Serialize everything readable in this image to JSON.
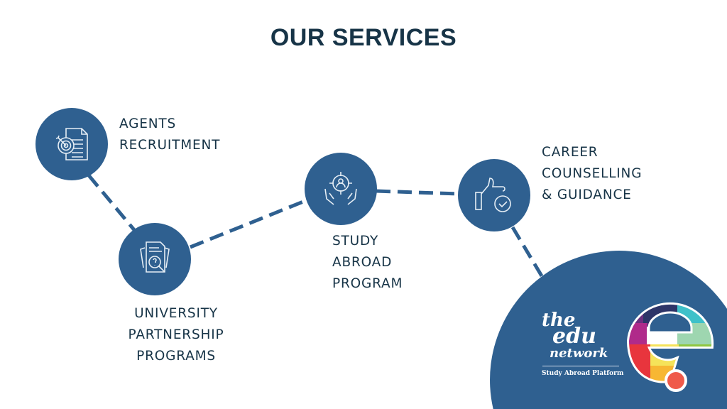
{
  "title": "OUR SERVICES",
  "services": [
    {
      "lines": [
        "AGENTS",
        "RECRUITMENT"
      ],
      "icon": "target-document-icon"
    },
    {
      "lines": [
        "UNIVERSITY",
        "PARTNERSHIP",
        "PROGRAMS"
      ],
      "icon": "document-search-icon"
    },
    {
      "lines": [
        "STUDY",
        "ABROAD",
        "PROGRAM"
      ],
      "icon": "hands-target-person-icon"
    },
    {
      "lines": [
        "CAREER",
        "COUNSELLING",
        "& GUIDANCE"
      ],
      "icon": "thumbs-up-check-icon"
    }
  ],
  "logo": {
    "line1": "the",
    "line2": "edu",
    "line3": "network",
    "tagline": "Study Abroad Platform"
  },
  "colors": {
    "accent": "#2f6090",
    "title": "#173447"
  }
}
